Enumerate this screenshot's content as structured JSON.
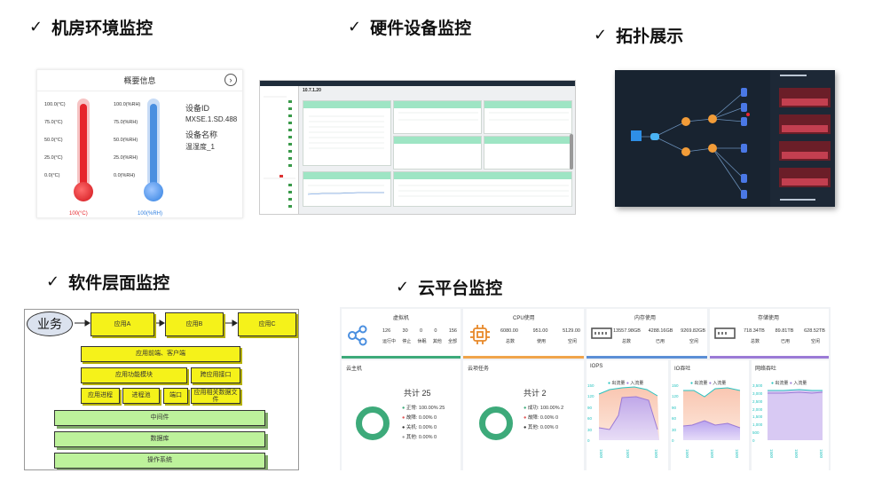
{
  "titles": {
    "room": "机房环境监控",
    "hardware": "硬件设备监控",
    "topology": "拓扑展示",
    "software": "软件层面监控",
    "cloud": "云平台监控",
    "check": "✓"
  },
  "env_panel": {
    "header": "概要信息",
    "temp_ticks": [
      "100.0(°C)",
      "75.0(°C)",
      "50.0(°C)",
      "25.0(°C)",
      "0.0(°C)"
    ],
    "hum_ticks": [
      "100.0(%RH)",
      "75.0(%RH)",
      "50.0(%RH)",
      "25.0(%RH)",
      "0.0(%RH)"
    ],
    "temp_caption": "100(°C)",
    "hum_caption": "100(%RH)",
    "temp_level": 1.0,
    "hum_level": 1.0,
    "device_id_label": "设备ID",
    "device_id_value": "MXSE.1.SD.488",
    "device_name_label": "设备名称",
    "device_name_value": "温湿度_1",
    "colors": {
      "temp": "#e6252b",
      "hum": "#4a8fe0"
    }
  },
  "hardware_panel": {
    "window_title": "10.7.1.20"
  },
  "software_panel": {
    "business": "业务",
    "apps": [
      "应用A",
      "应用B",
      "应用C"
    ],
    "front": "应用前端、客户端",
    "func": "应用功能模块",
    "cross": "跨应用接口",
    "process": "应用进程",
    "thread": "进程池",
    "port": "端口",
    "files": "应用相关数据文件",
    "middleware": "中间件",
    "database": "数据库",
    "os": "操作系统"
  },
  "cloud_panel": {
    "vm": {
      "title": "虚拟机",
      "values": [
        "126",
        "30",
        "0",
        "0",
        "156"
      ],
      "labels": [
        "运行中",
        "停止",
        "休眠",
        "其他",
        "全部"
      ]
    },
    "cpu": {
      "title": "CPU使用",
      "values": [
        "6080.00",
        "951.00",
        "5129.00"
      ],
      "labels": [
        "总数",
        "使用",
        "空闲"
      ]
    },
    "mem": {
      "title": "内存使用",
      "values": [
        "13557.98GB",
        "4288.16GB",
        "9269.82GB"
      ],
      "labels": [
        "总数",
        "已用",
        "空闲"
      ]
    },
    "storage": {
      "title": "存储使用",
      "values": [
        "718.34TB",
        "89.81TB",
        "628.52TB"
      ],
      "labels": [
        "总数",
        "已用",
        "空闲"
      ]
    },
    "host": {
      "title": "云主机",
      "total": "共计 25",
      "rows": [
        [
          "正常:",
          "100.00% 25"
        ],
        [
          "故障:",
          "0.00% 0"
        ],
        [
          "关机:",
          "0.00% 0"
        ],
        [
          "其他:",
          "0.00% 0"
        ]
      ]
    },
    "task": {
      "title": "云项任务",
      "total": "共计 2",
      "rows": [
        [
          "成功:",
          "100.00% 2"
        ],
        [
          "故障:",
          "0.00% 0"
        ],
        [
          "其他:",
          "0.00% 0"
        ]
      ]
    },
    "iops": {
      "title": "IOPS",
      "legend": [
        "出流量",
        "入流量"
      ],
      "yticks": [
        "150",
        "120",
        "90",
        "60",
        "30",
        "0"
      ]
    },
    "io": {
      "title": "IO吞吐",
      "legend": [
        "出流量",
        "入流量"
      ],
      "yticks": [
        "150",
        "120",
        "90",
        "60",
        "30",
        "0"
      ]
    },
    "net": {
      "title": "网络吞吐",
      "legend": [
        "出流量",
        "入流量"
      ],
      "yticks": [
        "3,500",
        "3,000",
        "2,500",
        "2,000",
        "1,500",
        "1,000",
        "500",
        "0"
      ]
    },
    "colors": {
      "green": "#3daa7a",
      "orange": "#f0a44b",
      "blue": "#5b8fd6",
      "purple": "#9b7ad6",
      "teal": "#27c3c0"
    }
  }
}
